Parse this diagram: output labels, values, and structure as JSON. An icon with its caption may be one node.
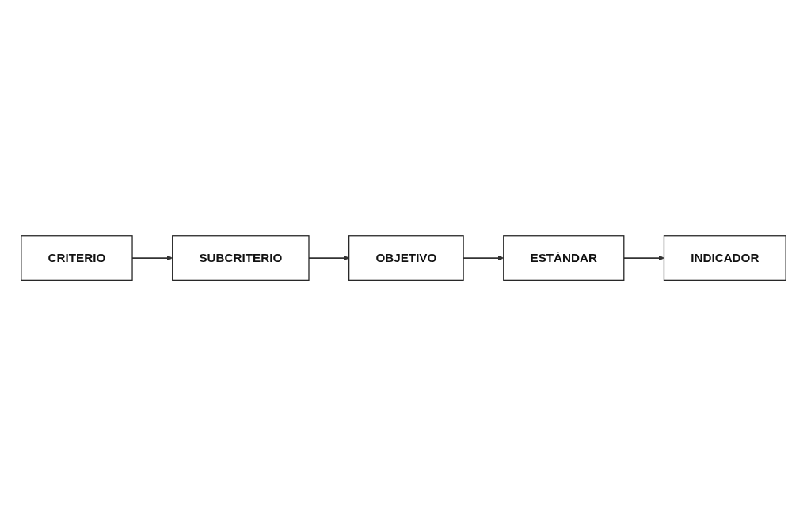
{
  "diagram": {
    "nodes": [
      {
        "text": [
          "CRITERIO"
        ]
      },
      {
        "text": [
          "SUBCRITERIO"
        ]
      },
      {
        "text": [
          "OBJETIVO"
        ]
      },
      {
        "text": [
          "ESTÁNDAR"
        ]
      },
      {
        "text": [
          "INDICADOR"
        ]
      }
    ],
    "edges": [
      {
        "from": 0,
        "to": 1,
        "arrow": "to"
      },
      {
        "from": 1,
        "to": 2,
        "arrow": "to"
      },
      {
        "from": 2,
        "to": 3,
        "arrow": "to"
      },
      {
        "from": 3,
        "to": 4,
        "arrow": "to"
      }
    ]
  }
}
